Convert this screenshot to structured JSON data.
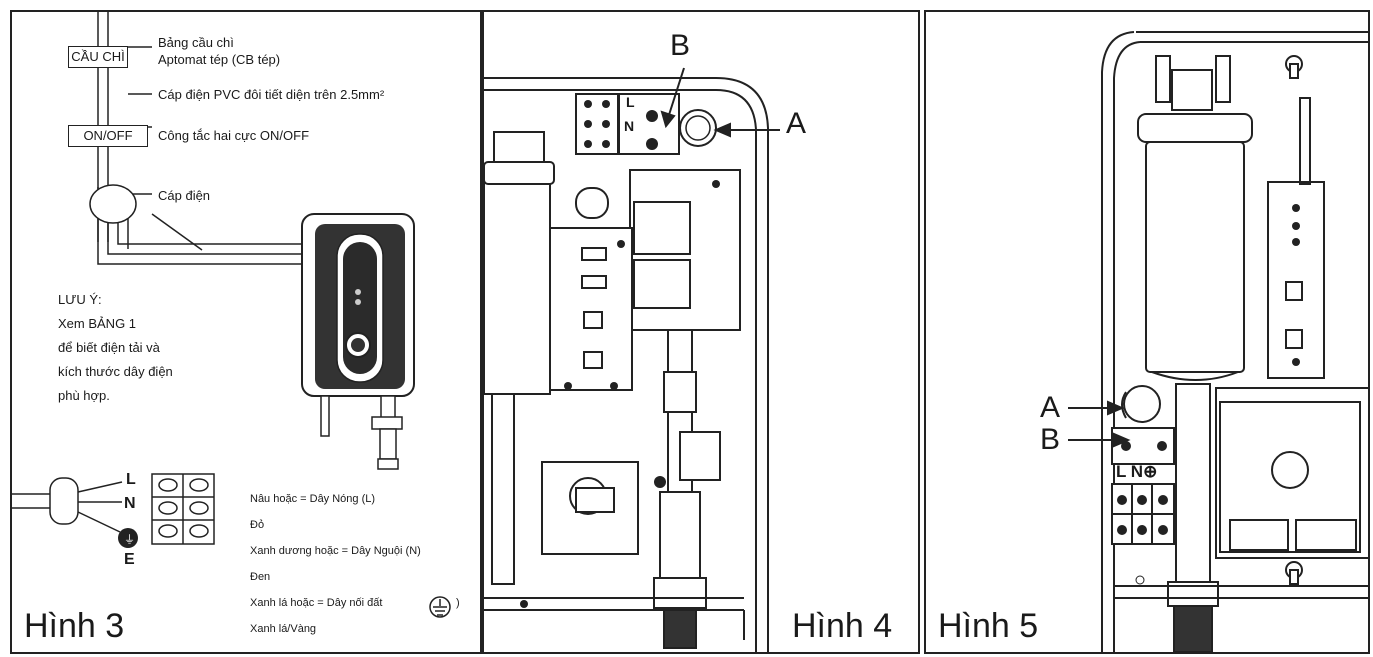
{
  "figure3": {
    "fuse_box": "CẦU CHÌ",
    "fuse_line1": "Bảng cầu chì",
    "fuse_line2": "Aptomat tép (CB tép)",
    "cable_spec": "Cáp điện PVC đôi tiết diện trên 2.5mm²",
    "switch_box": "ON/OFF",
    "switch_label": "Công tắc hai cực ON/OFF",
    "cable_label": "Cáp điện",
    "note_title": "LƯU Ý:",
    "note_line1": "Xem BẢNG 1",
    "note_line2": "để biết điện tải  và",
    "note_line3": "kích thước dây điện",
    "note_line4": "phù hợp.",
    "terminal_L": "L",
    "terminal_N": "N",
    "terminal_E": "E",
    "wire_line1": "Nâu hoặc = Dây Nóng (L)",
    "wire_line2": "Đỏ",
    "wire_line3": "Xanh dương hoặc = Dây Nguội (N)",
    "wire_line4": "Đen",
    "wire_line5": "Xanh lá hoặc = Dây nối đất",
    "wire_line5_end": ")",
    "wire_line6": "Xanh lá/Vàng",
    "caption": "Hình 3"
  },
  "figure4": {
    "label_A": "A",
    "label_B": "B",
    "terminal_L": "L",
    "terminal_N": "N",
    "caption": "Hình 4"
  },
  "figure5": {
    "label_A": "A",
    "label_B": "B",
    "terminal_text": "L N⊕",
    "caption": "Hình 5"
  }
}
